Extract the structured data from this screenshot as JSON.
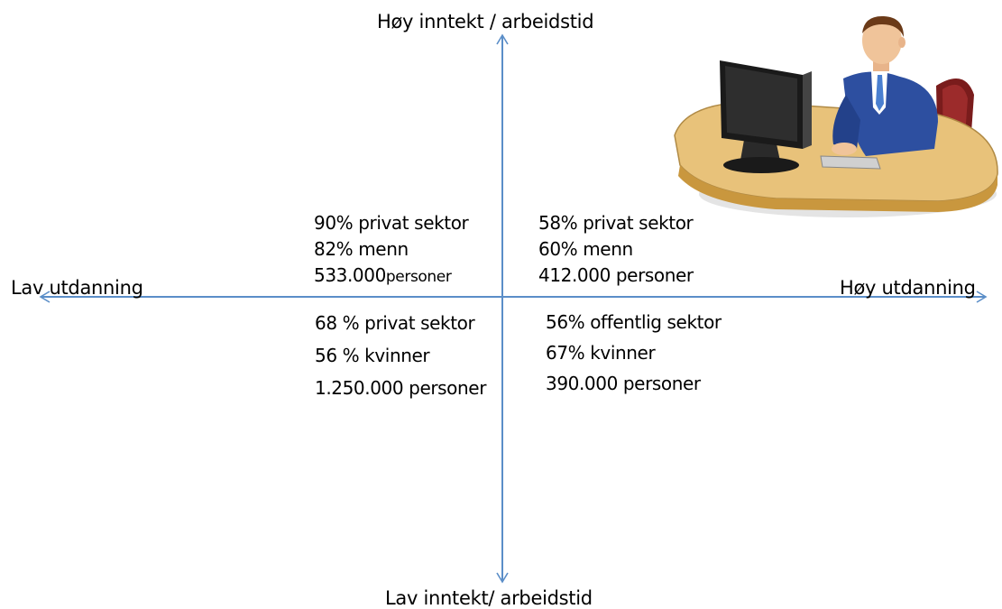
{
  "axes": {
    "top_label": "Høy inntekt / arbeidstid",
    "bottom_label": "Lav inntekt/ arbeidstid",
    "left_label": "Lav utdanning",
    "right_label": "Høy utdanning"
  },
  "quadrants": {
    "top_left": {
      "sector": "90% privat sektor",
      "gender": "82% menn",
      "count": "533.000",
      "count_unit": "personer"
    },
    "top_right": {
      "sector": "58% privat sektor",
      "gender": "60% menn",
      "count": "412.000 personer"
    },
    "bottom_left": {
      "sector": "68 % privat sektor",
      "gender": "56 % kvinner",
      "count": "1.250.000 personer"
    },
    "bottom_right": {
      "sector": "56% offentlig sektor",
      "gender": "67% kvinner",
      "count": "390.000 personer"
    }
  },
  "colors": {
    "axis": "#5b8ec8",
    "suit": "#2d4fa0",
    "desk": "#e8c27a",
    "chair": "#7a1c1c",
    "monitor": "#1a1a1a"
  },
  "illustration": {
    "icon": "person-at-computer-icon"
  }
}
